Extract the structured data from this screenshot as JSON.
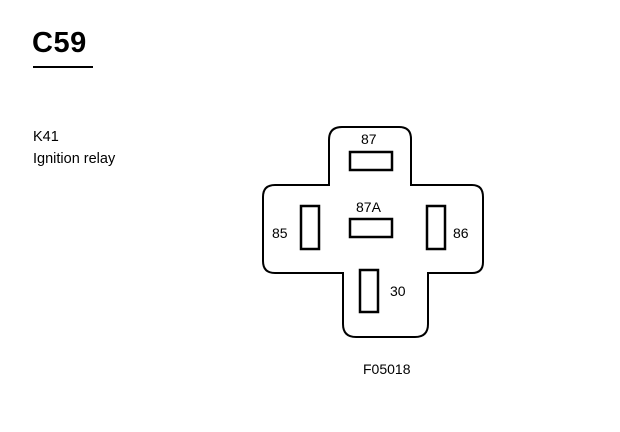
{
  "header": {
    "connector_id": "C59"
  },
  "component": {
    "code": "K41",
    "name": "Ignition relay"
  },
  "pins": {
    "p87": "87",
    "p87a": "87A",
    "p85": "85",
    "p86": "86",
    "p30": "30"
  },
  "figure_ref": "F05018"
}
